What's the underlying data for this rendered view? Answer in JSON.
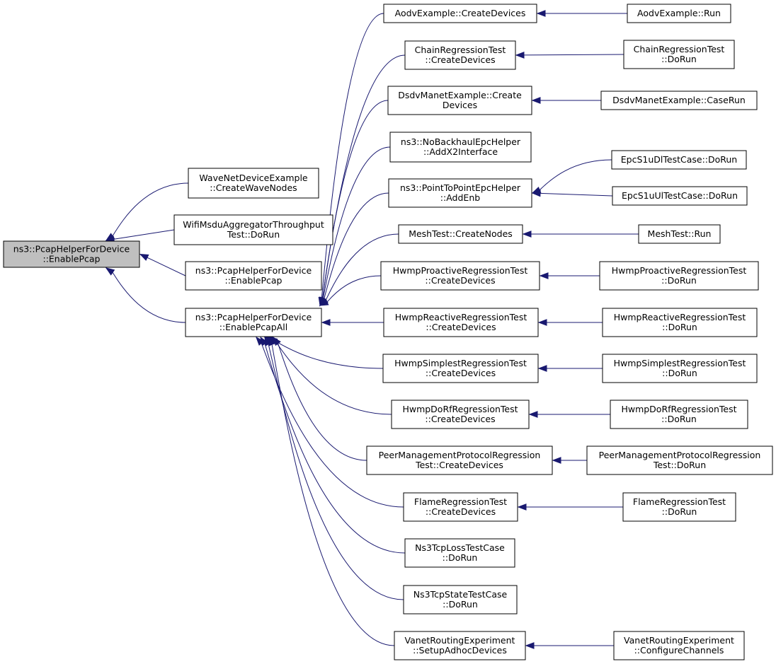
{
  "nodes": [
    {
      "id": "root",
      "lines": [
        "ns3::PcapHelperForDevice",
        "::EnablePcap"
      ],
      "root": true
    },
    {
      "id": "wave",
      "lines": [
        "WaveNetDeviceExample",
        "::CreateWaveNodes"
      ]
    },
    {
      "id": "wifi",
      "lines": [
        "WifiMsduAggregatorThroughput",
        "Test::DoRun"
      ]
    },
    {
      "id": "enpcap2",
      "lines": [
        "ns3::PcapHelperForDevice",
        "::EnablePcap"
      ]
    },
    {
      "id": "enpcapall",
      "lines": [
        "ns3::PcapHelperForDevice",
        "::EnablePcapAll"
      ]
    },
    {
      "id": "aodv",
      "lines": [
        "AodvExample::CreateDevices"
      ]
    },
    {
      "id": "aodvrun",
      "lines": [
        "AodvExample::Run"
      ]
    },
    {
      "id": "chain",
      "lines": [
        "ChainRegressionTest",
        "::CreateDevices"
      ]
    },
    {
      "id": "chainrun",
      "lines": [
        "ChainRegressionTest",
        "::DoRun"
      ]
    },
    {
      "id": "dsdv",
      "lines": [
        "DsdvManetExample::Create",
        "Devices"
      ]
    },
    {
      "id": "dsdvrun",
      "lines": [
        "DsdvManetExample::CaseRun"
      ]
    },
    {
      "id": "nobh",
      "lines": [
        "ns3::NoBackhaulEpcHelper",
        "::AddX2Interface"
      ]
    },
    {
      "id": "p2p",
      "lines": [
        "ns3::PointToPointEpcHelper",
        "::AddEnb"
      ]
    },
    {
      "id": "epcdl",
      "lines": [
        "EpcS1uDlTestCase::DoRun"
      ]
    },
    {
      "id": "epcul",
      "lines": [
        "EpcS1uUlTestCase::DoRun"
      ]
    },
    {
      "id": "mesh",
      "lines": [
        "MeshTest::CreateNodes"
      ]
    },
    {
      "id": "meshrun",
      "lines": [
        "MeshTest::Run"
      ]
    },
    {
      "id": "hpro",
      "lines": [
        "HwmpProactiveRegressionTest",
        "::CreateDevices"
      ]
    },
    {
      "id": "hprorun",
      "lines": [
        "HwmpProactiveRegressionTest",
        "::DoRun"
      ]
    },
    {
      "id": "hrea",
      "lines": [
        "HwmpReactiveRegressionTest",
        "::CreateDevices"
      ]
    },
    {
      "id": "hrearun",
      "lines": [
        "HwmpReactiveRegressionTest",
        "::DoRun"
      ]
    },
    {
      "id": "hsim",
      "lines": [
        "HwmpSimplestRegressionTest",
        "::CreateDevices"
      ]
    },
    {
      "id": "hsimrun",
      "lines": [
        "HwmpSimplestRegressionTest",
        "::DoRun"
      ]
    },
    {
      "id": "hdorf",
      "lines": [
        "HwmpDoRfRegressionTest",
        "::CreateDevices"
      ]
    },
    {
      "id": "hdorfrun",
      "lines": [
        "HwmpDoRfRegressionTest",
        "::DoRun"
      ]
    },
    {
      "id": "peer",
      "lines": [
        "PeerManagementProtocolRegression",
        "Test::CreateDevices"
      ]
    },
    {
      "id": "peerrun",
      "lines": [
        "PeerManagementProtocolRegression",
        "Test::DoRun"
      ]
    },
    {
      "id": "flame",
      "lines": [
        "FlameRegressionTest",
        "::CreateDevices"
      ]
    },
    {
      "id": "flamerun",
      "lines": [
        "FlameRegressionTest",
        "::DoRun"
      ]
    },
    {
      "id": "tcploss",
      "lines": [
        "Ns3TcpLossTestCase",
        "::DoRun"
      ]
    },
    {
      "id": "tcpstate",
      "lines": [
        "Ns3TcpStateTestCase",
        "::DoRun"
      ]
    },
    {
      "id": "vanet",
      "lines": [
        "VanetRoutingExperiment",
        "::SetupAdhocDevices"
      ]
    },
    {
      "id": "vanetcfg",
      "lines": [
        "VanetRoutingExperiment",
        "::ConfigureChannels"
      ]
    }
  ],
  "edges": [
    {
      "from": "wave",
      "to": "root"
    },
    {
      "from": "wifi",
      "to": "root"
    },
    {
      "from": "enpcap2",
      "to": "root"
    },
    {
      "from": "enpcapall",
      "to": "root"
    },
    {
      "from": "aodv",
      "to": "enpcapall"
    },
    {
      "from": "chain",
      "to": "enpcapall"
    },
    {
      "from": "dsdv",
      "to": "enpcapall"
    },
    {
      "from": "nobh",
      "to": "enpcapall"
    },
    {
      "from": "p2p",
      "to": "enpcapall"
    },
    {
      "from": "mesh",
      "to": "enpcapall"
    },
    {
      "from": "hpro",
      "to": "enpcapall"
    },
    {
      "from": "hrea",
      "to": "enpcapall"
    },
    {
      "from": "hsim",
      "to": "enpcapall"
    },
    {
      "from": "hdorf",
      "to": "enpcapall"
    },
    {
      "from": "peer",
      "to": "enpcapall"
    },
    {
      "from": "flame",
      "to": "enpcapall"
    },
    {
      "from": "tcploss",
      "to": "enpcapall"
    },
    {
      "from": "tcpstate",
      "to": "enpcapall"
    },
    {
      "from": "vanet",
      "to": "enpcapall"
    },
    {
      "from": "aodvrun",
      "to": "aodv"
    },
    {
      "from": "chainrun",
      "to": "chain"
    },
    {
      "from": "dsdvrun",
      "to": "dsdv"
    },
    {
      "from": "epcdl",
      "to": "p2p"
    },
    {
      "from": "epcul",
      "to": "p2p"
    },
    {
      "from": "meshrun",
      "to": "mesh"
    },
    {
      "from": "hprorun",
      "to": "hpro"
    },
    {
      "from": "hrearun",
      "to": "hrea"
    },
    {
      "from": "hsimrun",
      "to": "hsim"
    },
    {
      "from": "hdorfrun",
      "to": "hdorf"
    },
    {
      "from": "peerrun",
      "to": "peer"
    },
    {
      "from": "flamerun",
      "to": "flame"
    },
    {
      "from": "vanetcfg",
      "to": "vanet"
    }
  ],
  "colors": {
    "edge": "#191970",
    "root_fill": "#bfbfbf",
    "node_fill": "#ffffff",
    "border": "#000000"
  }
}
